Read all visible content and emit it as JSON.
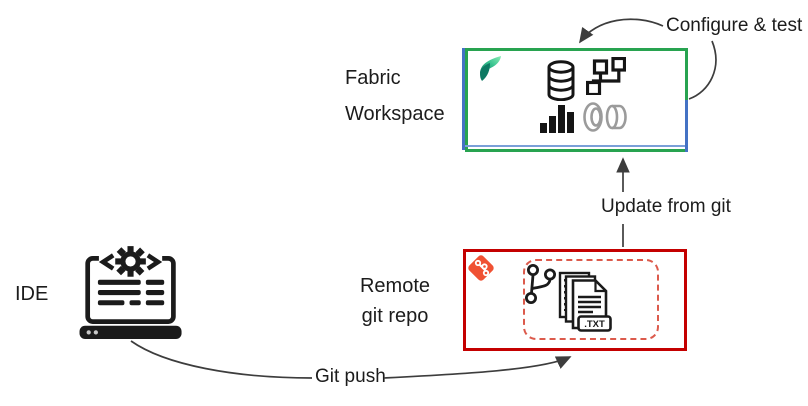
{
  "diagram": {
    "nodes": {
      "fabric_workspace": {
        "label": "Fabric Workspace",
        "border_color": "#28a350",
        "accent_color": "#4472c4",
        "icons": [
          "fabric-logo-icon",
          "database-icon",
          "pipeline-squares-icon",
          "bar-chart-icon",
          "dataflow-pipe-icon"
        ]
      },
      "remote_git_repo": {
        "label": "Remote git repo",
        "border_color": "#c40000",
        "dashed_border_color": "#dc5a4c",
        "git_logo_color": "#f05133",
        "file_badge": ".TXT",
        "icons": [
          "git-logo-icon",
          "git-branch-icon",
          "file-stack-icon"
        ]
      },
      "ide": {
        "label": "IDE",
        "icons": [
          "laptop-code-icon"
        ]
      }
    },
    "arrows": {
      "color": "#3d3d3d",
      "configure_test": {
        "label": "Configure & test"
      },
      "update_from_git": {
        "label": "Update from git"
      },
      "git_push": {
        "label": "Git push"
      }
    }
  }
}
